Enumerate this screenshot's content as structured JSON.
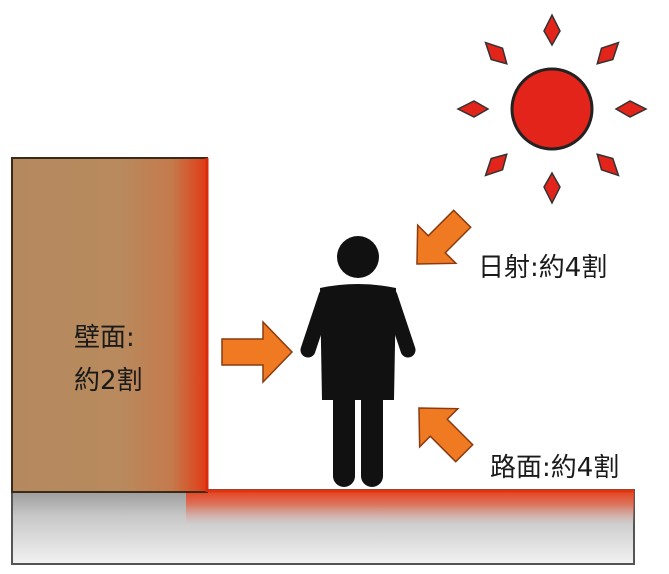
{
  "labels": {
    "wall_line1": "壁面:",
    "wall_line2": "約2割",
    "solar": "日射:約4割",
    "road": "路面:約4割"
  },
  "colors": {
    "wall": "#b5895f",
    "wall_heat": "#e23a14",
    "ground": "#c8c8c8",
    "ground_heat": "#e8401a",
    "arrow": "#f07a22",
    "sun": "#e3241b",
    "person": "#111111"
  },
  "icons": {
    "sun": "sun-icon",
    "person": "person-icon"
  }
}
